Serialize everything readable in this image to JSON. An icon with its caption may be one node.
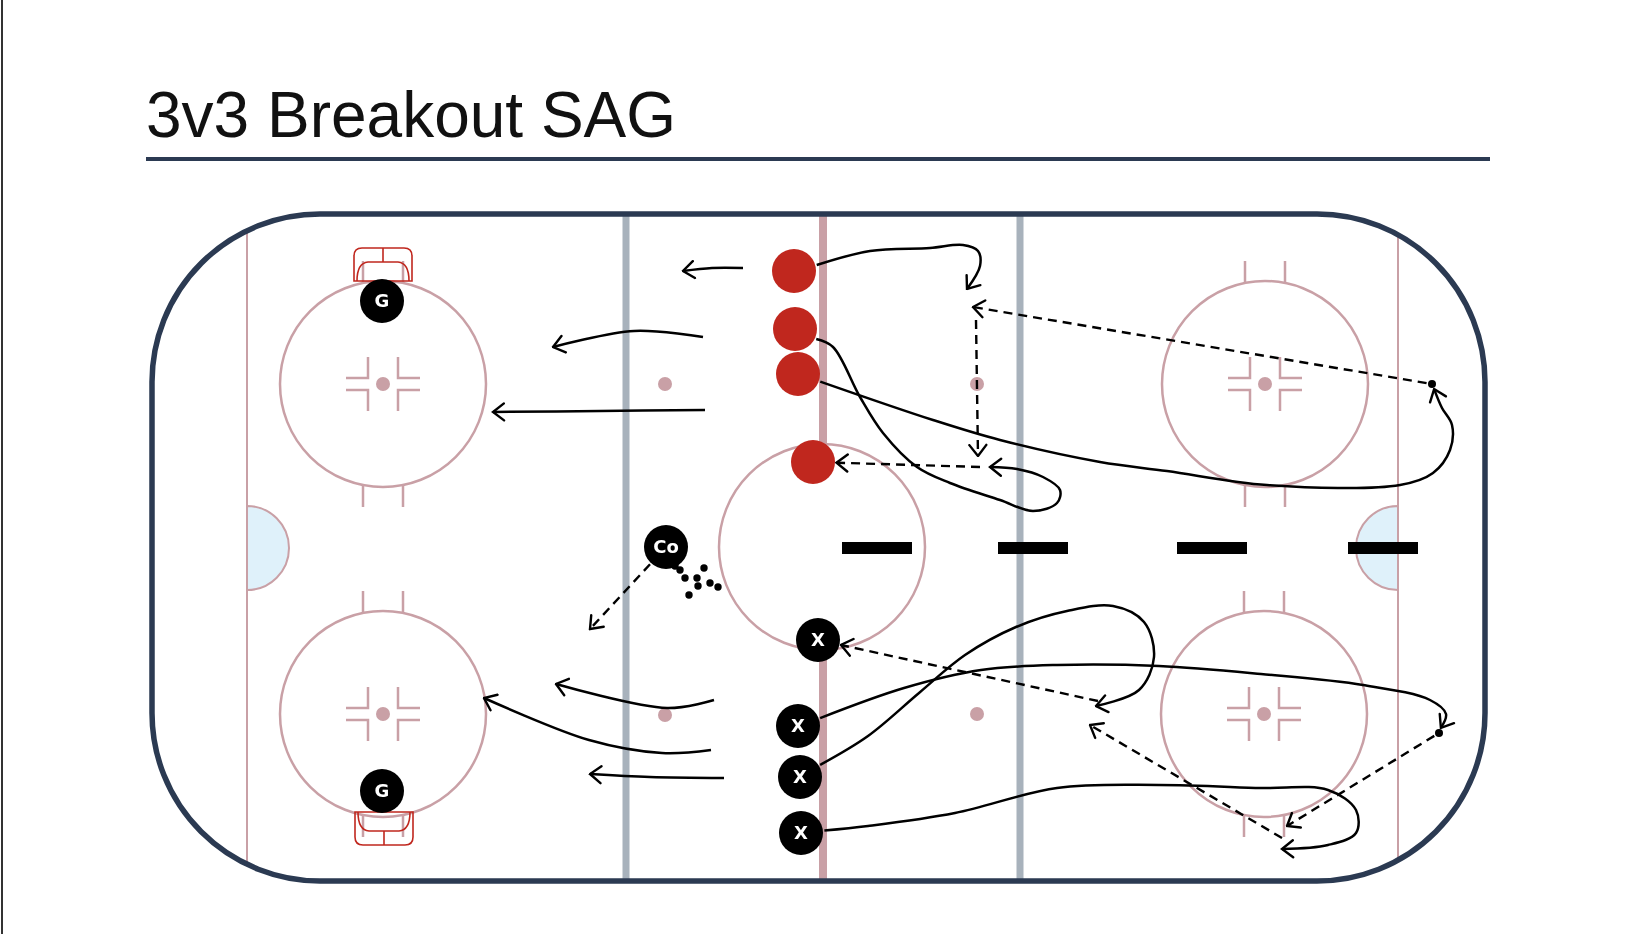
{
  "diagram": {
    "title": "3v3 Breakout SAG",
    "nodes": [
      {
        "text": [
          "G"
        ]
      },
      {
        "text": [],
        "shape": "circle"
      },
      {
        "text": [],
        "shape": "circle"
      },
      {
        "text": [],
        "shape": "circle"
      },
      {
        "text": [],
        "shape": "circle"
      },
      {
        "text": [],
        "shape": "circle"
      },
      {
        "text": [
          "Co"
        ]
      },
      {
        "text": [
          "X"
        ]
      },
      {
        "text": [
          "X"
        ]
      },
      {
        "text": [
          "X"
        ]
      },
      {
        "text": [
          "X"
        ]
      },
      {
        "text": [],
        "shape": "circle"
      },
      {
        "text": [
          "G"
        ]
      }
    ],
    "edges": [
      {
        "from": 1,
        "to": null,
        "arrow": "to"
      },
      {
        "from": 2,
        "to": null,
        "arrow": "to"
      },
      {
        "from": 3,
        "to": 5,
        "arrow": "to"
      },
      {
        "from": 5,
        "to": null,
        "arrow": "to",
        "style": "dashed"
      },
      {
        "from": null,
        "to": 4,
        "arrow": "to",
        "style": "dashed"
      },
      {
        "from": 6,
        "to": null,
        "arrow": "to",
        "style": "dashed"
      },
      {
        "from": null,
        "to": 7,
        "arrow": "to",
        "style": "dashed"
      },
      {
        "from": 8,
        "to": 11,
        "arrow": "to"
      },
      {
        "from": 9,
        "to": null,
        "arrow": "to"
      },
      {
        "from": 10,
        "to": null,
        "arrow": "to"
      },
      {
        "from": 11,
        "to": null,
        "arrow": "to",
        "style": "dashed"
      }
    ]
  }
}
